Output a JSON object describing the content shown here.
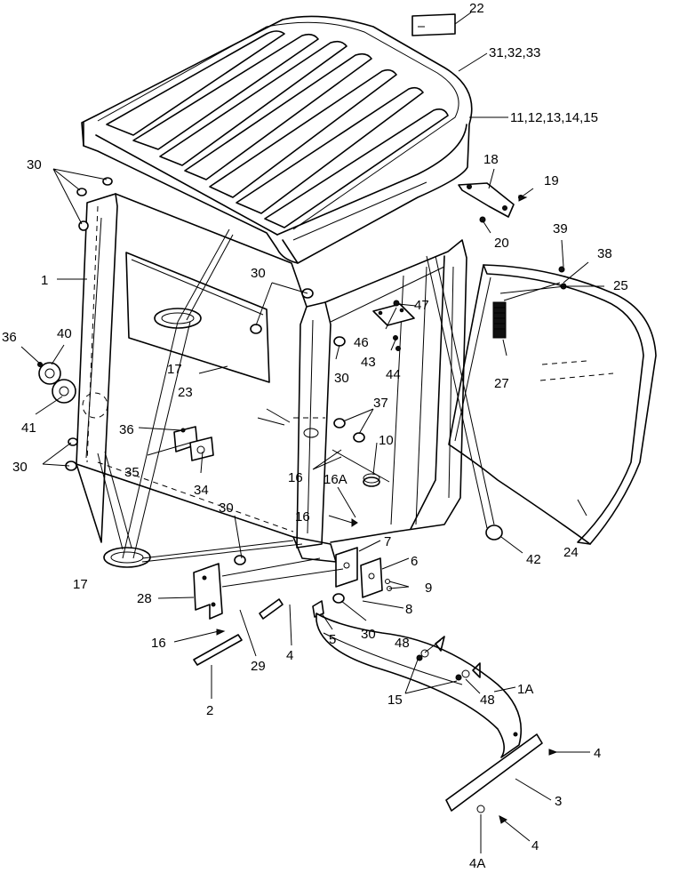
{
  "callouts": [
    {
      "id": "c22",
      "text": "22"
    },
    {
      "id": "c31",
      "text": "31,32,33"
    },
    {
      "id": "c11",
      "text": "11,12,13,14,15"
    },
    {
      "id": "c30a",
      "text": "30"
    },
    {
      "id": "c18",
      "text": "18"
    },
    {
      "id": "c19",
      "text": "19"
    },
    {
      "id": "c20",
      "text": "20"
    },
    {
      "id": "c39",
      "text": "39"
    },
    {
      "id": "c38",
      "text": "38"
    },
    {
      "id": "c25",
      "text": "25"
    },
    {
      "id": "c1",
      "text": "1"
    },
    {
      "id": "c30b",
      "text": "30"
    },
    {
      "id": "c47",
      "text": "47"
    },
    {
      "id": "c36a",
      "text": "36"
    },
    {
      "id": "c40",
      "text": "40"
    },
    {
      "id": "c46",
      "text": "46"
    },
    {
      "id": "c43",
      "text": "43"
    },
    {
      "id": "c44",
      "text": "44"
    },
    {
      "id": "c27",
      "text": "27"
    },
    {
      "id": "c17a",
      "text": "17"
    },
    {
      "id": "c23",
      "text": "23"
    },
    {
      "id": "c30c",
      "text": "30"
    },
    {
      "id": "c41",
      "text": "41"
    },
    {
      "id": "c37",
      "text": "37"
    },
    {
      "id": "c36b",
      "text": "36"
    },
    {
      "id": "c30d",
      "text": "30"
    },
    {
      "id": "c10",
      "text": "10"
    },
    {
      "id": "c35",
      "text": "35"
    },
    {
      "id": "c16a",
      "text": "16"
    },
    {
      "id": "c16A",
      "text": "16A"
    },
    {
      "id": "c34",
      "text": "34"
    },
    {
      "id": "c30e",
      "text": "30"
    },
    {
      "id": "c16b",
      "text": "16"
    },
    {
      "id": "c24",
      "text": "24"
    },
    {
      "id": "c7",
      "text": "7"
    },
    {
      "id": "c42",
      "text": "42"
    },
    {
      "id": "c17b",
      "text": "17"
    },
    {
      "id": "c6",
      "text": "6"
    },
    {
      "id": "c9",
      "text": "9"
    },
    {
      "id": "c28",
      "text": "28"
    },
    {
      "id": "c8",
      "text": "8"
    },
    {
      "id": "c5",
      "text": "5"
    },
    {
      "id": "c30f",
      "text": "30"
    },
    {
      "id": "c16c",
      "text": "16"
    },
    {
      "id": "c48a",
      "text": "48"
    },
    {
      "id": "c29",
      "text": "29"
    },
    {
      "id": "c4a",
      "text": "4"
    },
    {
      "id": "c1A",
      "text": "1A"
    },
    {
      "id": "c15",
      "text": "15"
    },
    {
      "id": "c48b",
      "text": "48"
    },
    {
      "id": "c2",
      "text": "2"
    },
    {
      "id": "c4b",
      "text": "4"
    },
    {
      "id": "c3",
      "text": "3"
    },
    {
      "id": "c4c",
      "text": "4"
    },
    {
      "id": "c4A",
      "text": "4A"
    }
  ]
}
